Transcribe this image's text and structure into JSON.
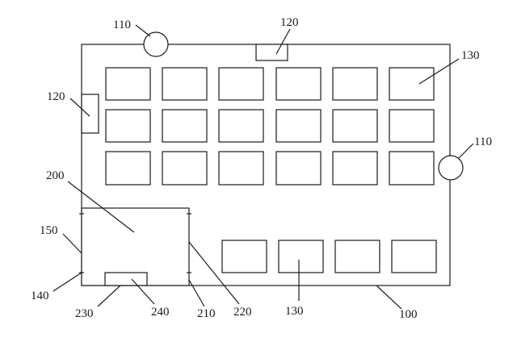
{
  "figure": {
    "labels": {
      "l110_top": "110",
      "l120_top": "120",
      "l130_top": "130",
      "l120_left": "120",
      "l110_right": "110",
      "l200": "200",
      "l150": "150",
      "l140": "140",
      "l230": "230",
      "l240": "240",
      "l210": "210",
      "l220": "220",
      "l130_bottom": "130",
      "l100": "100"
    }
  }
}
